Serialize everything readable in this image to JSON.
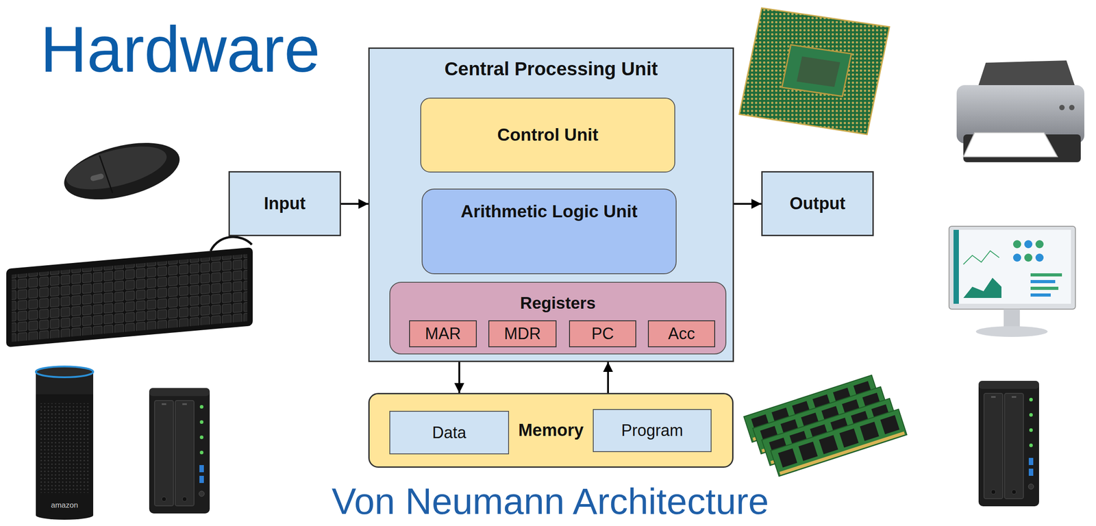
{
  "diagram": {
    "title": "Hardware",
    "caption": "Von Neumann Architecture",
    "nodes": [
      {
        "text": [
          "Central Processing Unit"
        ]
      },
      {
        "text": [
          "Control Unit"
        ],
        "in": 0
      },
      {
        "text": [
          "Arithmetic Logic Unit"
        ],
        "in": 0
      },
      {
        "text": [
          "Registers"
        ],
        "in": 0
      },
      {
        "text": [
          "MAR"
        ],
        "in": 3
      },
      {
        "text": [
          "MDR"
        ],
        "in": 3
      },
      {
        "text": [
          "PC"
        ],
        "in": 3
      },
      {
        "text": [
          "Acc"
        ],
        "in": 3
      },
      {
        "text": [
          "Input"
        ]
      },
      {
        "text": [
          "Output"
        ]
      },
      {
        "text": [
          "Memory"
        ]
      },
      {
        "text": [
          "Data"
        ],
        "in": 10
      },
      {
        "text": [
          "Program"
        ],
        "in": 10
      }
    ],
    "edges": [
      {
        "from": 8,
        "to": 0,
        "arrow": "to"
      },
      {
        "from": 0,
        "to": 9,
        "arrow": "to"
      },
      {
        "from": 0,
        "to": 10,
        "arrow": "to"
      },
      {
        "from": 10,
        "to": 0,
        "arrow": "to"
      }
    ],
    "labels": [
      "amazon"
    ]
  }
}
